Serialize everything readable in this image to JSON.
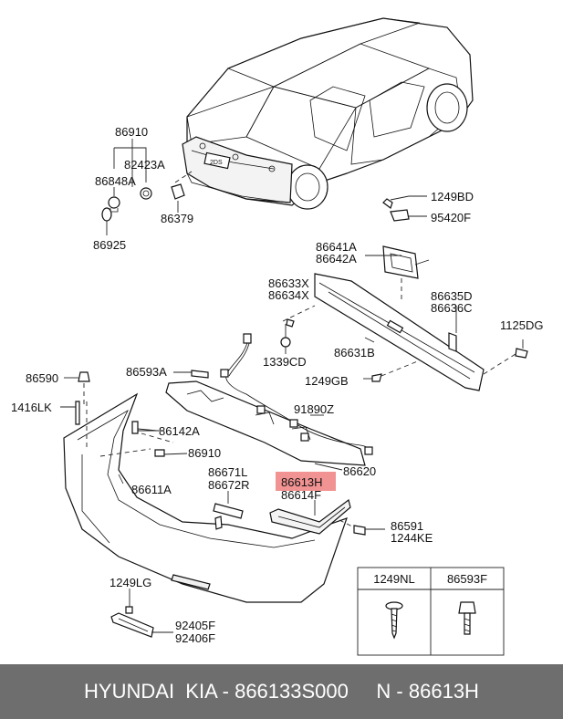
{
  "labels": {
    "p86910_top": "86910",
    "p82423A": "82423A",
    "p86848A": "86848A",
    "p86379": "86379",
    "p86925": "86925",
    "p1249BD": "1249BD",
    "p95420F": "95420F",
    "p86641A": "86641A",
    "p86642A": "86642A",
    "p86633X": "86633X",
    "p86634X": "86634X",
    "p86635D": "86635D",
    "p86636C": "86636C",
    "p1125DG": "1125DG",
    "p1339CD": "1339CD",
    "p86631B": "86631B",
    "p1249GB": "1249GB",
    "p86590": "86590",
    "p86593A": "86593A",
    "p1416LK": "1416LK",
    "p86142A": "86142A",
    "p91890Z": "91890Z",
    "p86910_mid": "86910",
    "p86620": "86620",
    "p86671L": "86671L",
    "p86672R": "86672R",
    "p86613H": "86613H",
    "p86614F": "86614F",
    "p86611A": "86611A",
    "p86591": "86591",
    "p1244KE": "1244KE",
    "p1249LG": "1249LG",
    "p92405F": "92405F",
    "p92406F": "92406F",
    "plate": "2DS"
  },
  "legend": {
    "col1": "1249NL",
    "col2": "86593F"
  },
  "highlight_color": "#f08080",
  "footer": {
    "text": "HYUNDAI  KIA - 866133S000     N - 86613H"
  }
}
